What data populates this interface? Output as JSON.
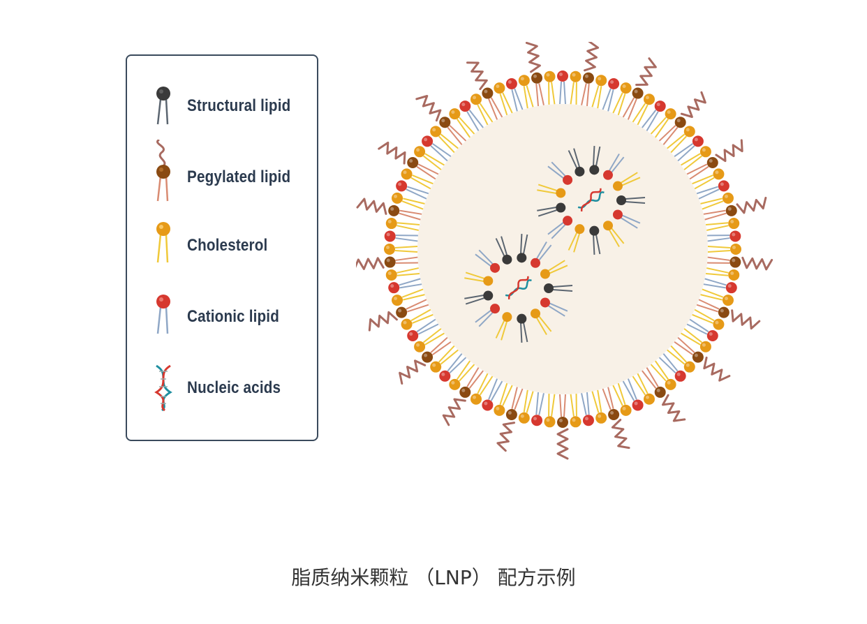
{
  "legend": {
    "items": [
      {
        "key": "structural",
        "label": "Structural lipid",
        "icon": "structural-lipid-icon",
        "head_color": "#3a3a3a",
        "tail_color": "#5b6570"
      },
      {
        "key": "pegylated",
        "label": "Pegylated lipid",
        "icon": "pegylated-lipid-icon",
        "head_color": "#8a4a12",
        "tail_color": "#d98b72"
      },
      {
        "key": "cholesterol",
        "label": "Cholesterol",
        "icon": "cholesterol-icon",
        "head_color": "#e69a17",
        "tail_color": "#f0c93a"
      },
      {
        "key": "cationic",
        "label": "Cationic lipid",
        "icon": "cationic-lipid-icon",
        "head_color": "#d6382f",
        "tail_color": "#8fa7c6"
      },
      {
        "key": "nucleic",
        "label": "Nucleic acids",
        "icon": "dna-icon",
        "head_color": "#1f8fa0",
        "tail_color": "#d6382f"
      }
    ]
  },
  "caption": "脂质纳米颗粒 （LNP） 配方示例",
  "colors": {
    "core_fill": "#f8f1e7",
    "peg_strand": "#a86a60",
    "border": "#3a4a5c"
  }
}
